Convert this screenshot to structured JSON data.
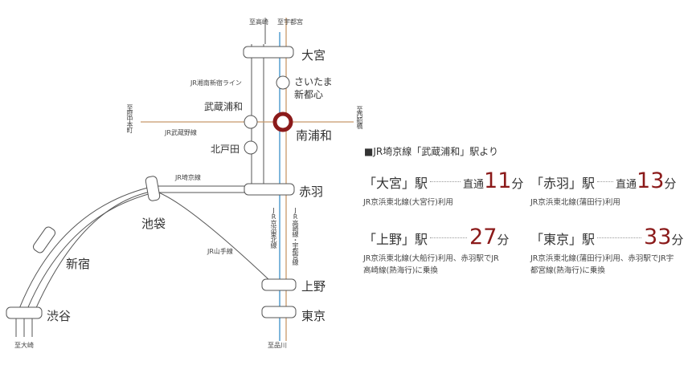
{
  "directions": {
    "takasaki": "至高崎",
    "utsunomiya": "至宇都宮",
    "nishifunabashi": "至西船橋",
    "fuchu_honmachi": "至府中本町",
    "oosaki": "至大崎",
    "shinagawa": "至品川"
  },
  "lines": {
    "shonan": "JR湘南新宿ライン",
    "musashino": "JR武蔵野線",
    "saikyo": "JR埼京線",
    "yamanote": "JR山手線",
    "keihin": "JR京浜東北線",
    "takasaki_utsunomiya": "JR高崎線・宇都宮線"
  },
  "stations": {
    "omiya": "大宮",
    "saitama_shintoshin": "さいたま新都心",
    "musashi_urawa": "武蔵浦和",
    "minami_urawa": "南浦和",
    "kitatoda": "北戸田",
    "akabane": "赤羽",
    "ikebukuro": "池袋",
    "shinjuku": "新宿",
    "shibuya": "渋谷",
    "ueno": "上野",
    "tokyo": "東京"
  },
  "info_title": "■JR埼京線「武蔵浦和」駅より",
  "routes": [
    {
      "station": "「大宮」駅",
      "kind": "直通",
      "minutes": "11",
      "unit": "分",
      "note": "JR京浜東北線(大宮行)利用"
    },
    {
      "station": "「赤羽」駅",
      "kind": "直通",
      "minutes": "13",
      "unit": "分",
      "note": "JR京浜東北線(蒲田行)利用"
    },
    {
      "station": "「上野」駅",
      "kind": "",
      "minutes": "27",
      "unit": "分",
      "note": "JR京浜東北線(大船行)利用、赤羽駅でJR高崎線(熱海行)に乗換"
    },
    {
      "station": "「東京」駅",
      "kind": "",
      "minutes": "33",
      "unit": "分",
      "note": "JR京浜東北線(蒲田行)利用、赤羽駅でJR宇都宮線(熱海行)に乗換"
    }
  ],
  "colors": {
    "brown_line": "#c8996a",
    "blue_line": "#3a8fc8",
    "gray_line": "#555555",
    "accent": "#8b1a1a"
  }
}
